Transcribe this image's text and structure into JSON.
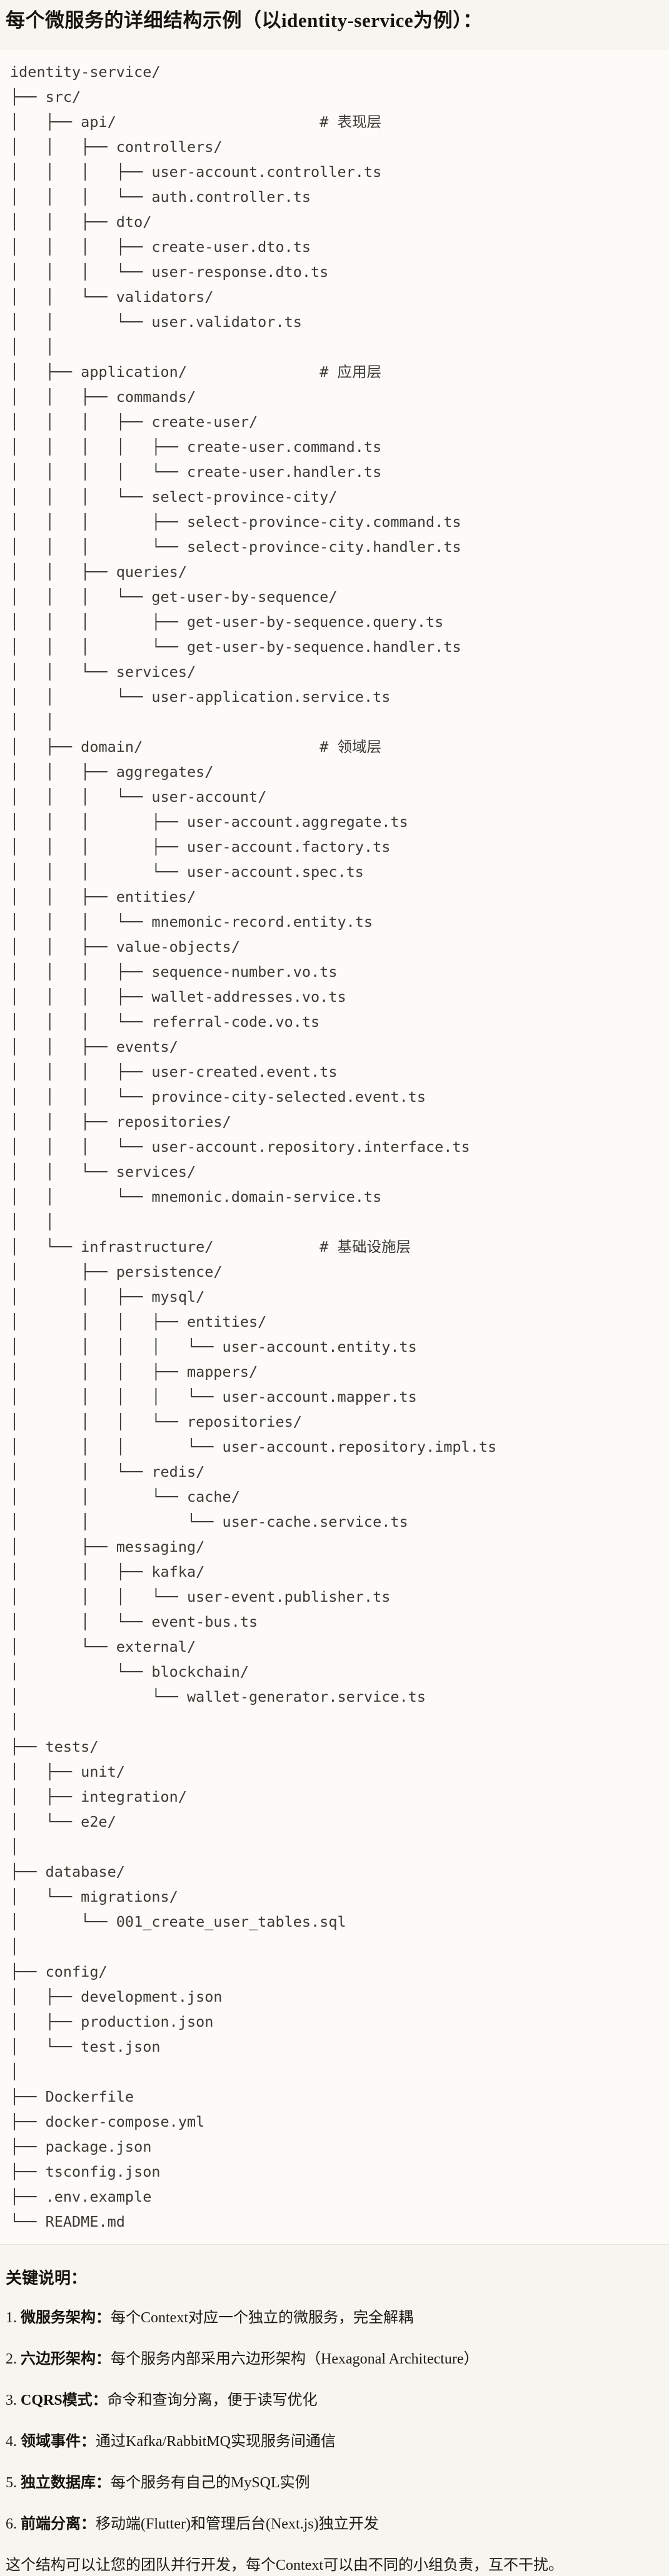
{
  "page": {
    "title": "每个微服务的详细结构示例（以identity-service为例）：",
    "colors": {
      "page_background": "#f7f5ef",
      "code_background": "#fcfbf7",
      "code_border": "#e6e4db",
      "code_text": "#3b3a35",
      "body_text": "#1b1a16"
    }
  },
  "code_block": {
    "language": "text",
    "lines": [
      "identity-service/",
      "├── src/",
      "│   ├── api/                       # 表现层",
      "│   │   ├── controllers/",
      "│   │   │   ├── user-account.controller.ts",
      "│   │   │   └── auth.controller.ts",
      "│   │   ├── dto/",
      "│   │   │   ├── create-user.dto.ts",
      "│   │   │   └── user-response.dto.ts",
      "│   │   └── validators/",
      "│   │       └── user.validator.ts",
      "│   │",
      "│   ├── application/               # 应用层",
      "│   │   ├── commands/",
      "│   │   │   ├── create-user/",
      "│   │   │   │   ├── create-user.command.ts",
      "│   │   │   │   └── create-user.handler.ts",
      "│   │   │   └── select-province-city/",
      "│   │   │       ├── select-province-city.command.ts",
      "│   │   │       └── select-province-city.handler.ts",
      "│   │   ├── queries/",
      "│   │   │   └── get-user-by-sequence/",
      "│   │   │       ├── get-user-by-sequence.query.ts",
      "│   │   │       └── get-user-by-sequence.handler.ts",
      "│   │   └── services/",
      "│   │       └── user-application.service.ts",
      "│   │",
      "│   ├── domain/                    # 领域层",
      "│   │   ├── aggregates/",
      "│   │   │   └── user-account/",
      "│   │   │       ├── user-account.aggregate.ts",
      "│   │   │       ├── user-account.factory.ts",
      "│   │   │       └── user-account.spec.ts",
      "│   │   ├── entities/",
      "│   │   │   └── mnemonic-record.entity.ts",
      "│   │   ├── value-objects/",
      "│   │   │   ├── sequence-number.vo.ts",
      "│   │   │   ├── wallet-addresses.vo.ts",
      "│   │   │   └── referral-code.vo.ts",
      "│   │   ├── events/",
      "│   │   │   ├── user-created.event.ts",
      "│   │   │   └── province-city-selected.event.ts",
      "│   │   ├── repositories/",
      "│   │   │   └── user-account.repository.interface.ts",
      "│   │   └── services/",
      "│   │       └── mnemonic.domain-service.ts",
      "│   │",
      "│   └── infrastructure/            # 基础设施层",
      "│       ├── persistence/",
      "│       │   ├── mysql/",
      "│       │   │   ├── entities/",
      "│       │   │   │   └── user-account.entity.ts",
      "│       │   │   ├── mappers/",
      "│       │   │   │   └── user-account.mapper.ts",
      "│       │   │   └── repositories/",
      "│       │   │       └── user-account.repository.impl.ts",
      "│       │   └── redis/",
      "│       │       └── cache/",
      "│       │           └── user-cache.service.ts",
      "│       ├── messaging/",
      "│       │   ├── kafka/",
      "│       │   │   └── user-event.publisher.ts",
      "│       │   └── event-bus.ts",
      "│       └── external/",
      "│           └── blockchain/",
      "│               └── wallet-generator.service.ts",
      "│",
      "├── tests/",
      "│   ├── unit/",
      "│   ├── integration/",
      "│   └── e2e/",
      "│",
      "├── database/",
      "│   └── migrations/",
      "│       └── 001_create_user_tables.sql",
      "│",
      "├── config/",
      "│   ├── development.json",
      "│   ├── production.json",
      "│   └── test.json",
      "│",
      "├── Dockerfile",
      "├── docker-compose.yml",
      "├── package.json",
      "├── tsconfig.json",
      "├── .env.example",
      "└── README.md"
    ]
  },
  "notes": {
    "heading": "关键说明：",
    "items": [
      {
        "num": "1.",
        "label": "微服务架构：",
        "text": "每个Context对应一个独立的微服务，完全解耦"
      },
      {
        "num": "2.",
        "label": "六边形架构：",
        "text": "每个服务内部采用六边形架构（Hexagonal Architecture）"
      },
      {
        "num": "3.",
        "label": "CQRS模式：",
        "text": "命令和查询分离，便于读写优化"
      },
      {
        "num": "4.",
        "label": "领域事件：",
        "text": "通过Kafka/RabbitMQ实现服务间通信"
      },
      {
        "num": "5.",
        "label": "独立数据库：",
        "text": "每个服务有自己的MySQL实例"
      },
      {
        "num": "6.",
        "label": "前端分离：",
        "text": "移动端(Flutter)和管理后台(Next.js)独立开发"
      }
    ],
    "footer": "这个结构可以让您的团队并行开发，每个Context可以由不同的小组负责，互不干扰。"
  }
}
